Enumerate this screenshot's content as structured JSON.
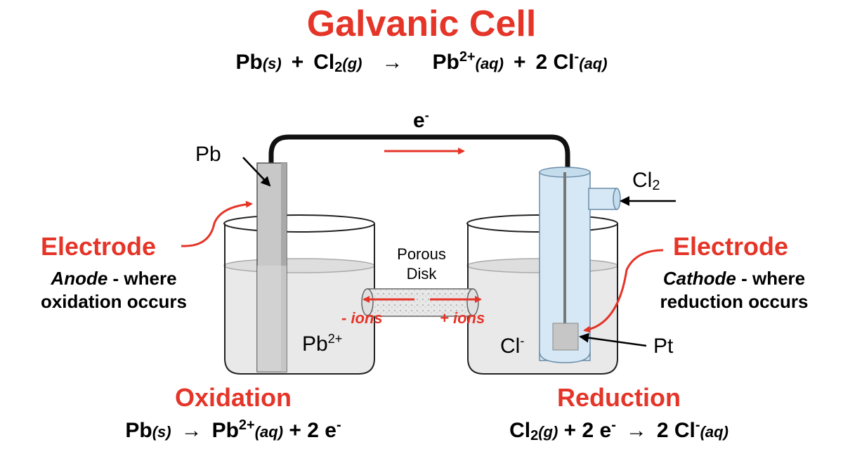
{
  "title": "Galvanic Cell",
  "overall": {
    "pb": "Pb",
    "s": "(s)",
    "plus1": "+",
    "cl": "Cl",
    "two_sub": "2",
    "g": "(g)",
    "arrow": "→",
    "pb2": "Pb",
    "charge_2plus": "2+",
    "aq": "(aq)",
    "plus2": "+",
    "coef": "2",
    "cl2": "Cl",
    "minus": "-",
    "aq2": "(aq)"
  },
  "labels": {
    "electron": "e",
    "electron_sup": "-",
    "pb_electrode": "Pb",
    "cl2_gas": "Cl",
    "cl2_sub": "2",
    "pt": "Pt",
    "pb_ion": "Pb",
    "pb_ion_sup": "2+",
    "cl_ion": "Cl",
    "cl_ion_sup": "-",
    "porous_line1": "Porous",
    "porous_line2": "Disk",
    "neg_ions": "- ions",
    "pos_ions": "+ ions"
  },
  "left": {
    "heading": "Electrode",
    "role": "Anode",
    "role_rest": " - where",
    "line2": "oxidation occurs",
    "process": "Oxidation",
    "eq": {
      "pb": "Pb",
      "s": "(s)",
      "arrow": "→",
      "pb2": "Pb",
      "charge": "2+",
      "aq": "(aq)",
      "rest": " + 2 e",
      "minus": "-"
    }
  },
  "right": {
    "heading": "Electrode",
    "role": "Cathode",
    "role_rest": " - where",
    "line2": "reduction occurs",
    "process": "Reduction",
    "eq": {
      "cl": "Cl",
      "two": "2",
      "g": "(g)",
      "mid": " + 2 e",
      "minus": "-",
      "arrow": "→",
      "rest": "2 Cl",
      "minus2": "-",
      "aq": "(aq)"
    }
  },
  "colors": {
    "accent": "#e53428",
    "wire": "#111111",
    "solution": "#e9e9e9",
    "electrode": "#c8c8c8",
    "tube": "#d6e8f5"
  }
}
